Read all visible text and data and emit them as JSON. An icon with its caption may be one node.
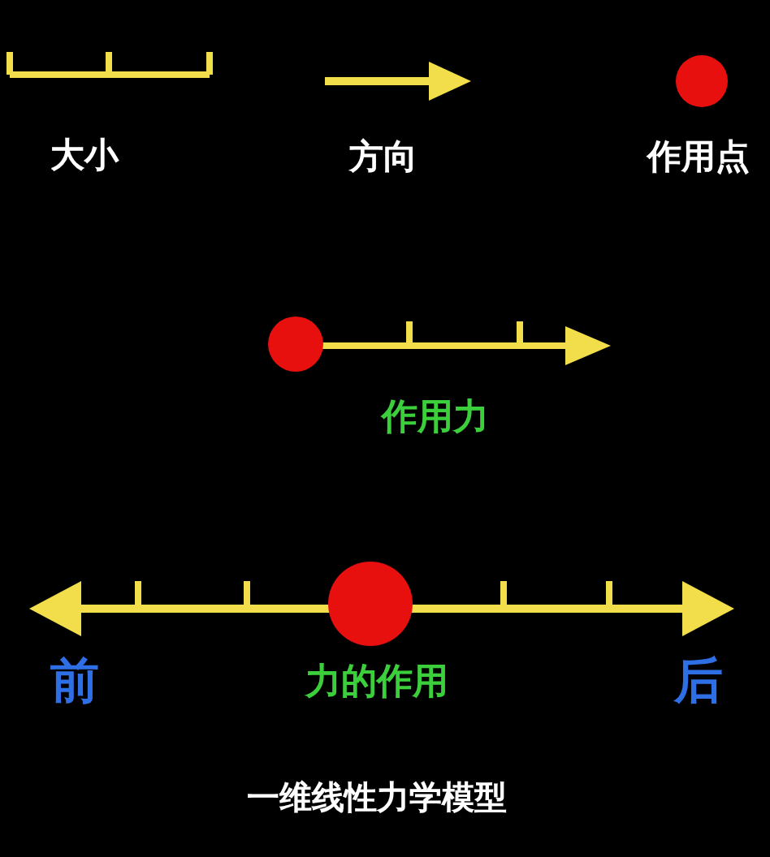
{
  "diagram": {
    "caption": "一维线性力学模型",
    "labels": [
      "大小",
      "方向",
      "作用点",
      "作用力",
      "前",
      "力的作用",
      "后"
    ]
  }
}
